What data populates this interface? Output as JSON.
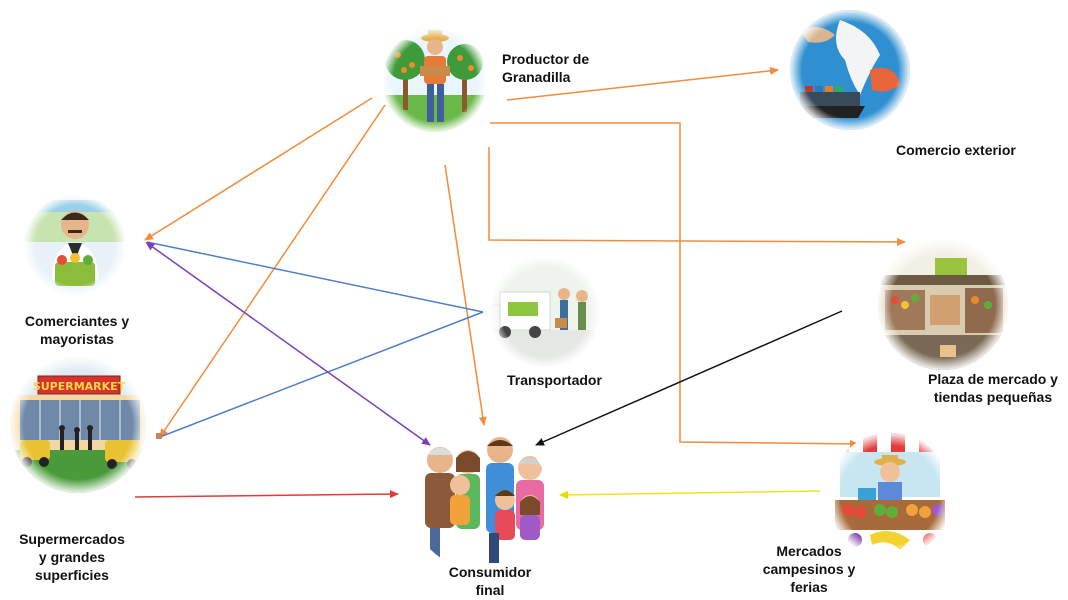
{
  "colors": {
    "orange": "#f28c3c",
    "blue": "#4f7fc4",
    "purple": "#7b3fb8",
    "red": "#e23b3b",
    "black": "#111111",
    "yellow": "#f2e21c"
  },
  "nodes": {
    "productor": {
      "icon": "farmer-icon",
      "label_lines": [
        "Productor de",
        "Granadilla"
      ]
    },
    "comercio": {
      "icon": "globe-trade-icon",
      "label_lines": [
        "Comercio exterior"
      ]
    },
    "comerciantes": {
      "icon": "merchant-icon",
      "label_lines": [
        "Comerciantes y",
        "mayoristas"
      ]
    },
    "transportador": {
      "icon": "truck-icon",
      "label_lines": [
        "Transportador"
      ]
    },
    "plaza": {
      "icon": "market-hall-icon",
      "label_lines": [
        "Plaza de mercado y",
        "tiendas pequeñas"
      ]
    },
    "supermercados": {
      "icon": "supermarket-icon",
      "sign": "SUPERMARKET",
      "label_lines": [
        "Supermercados",
        "y grandes",
        "superficies"
      ]
    },
    "consumidor": {
      "icon": "family-icon",
      "label_lines": [
        "Consumidor",
        "final"
      ]
    },
    "mercados": {
      "icon": "market-stall-icon",
      "label_lines": [
        "Mercados",
        "campesinos y",
        "ferias"
      ]
    }
  }
}
